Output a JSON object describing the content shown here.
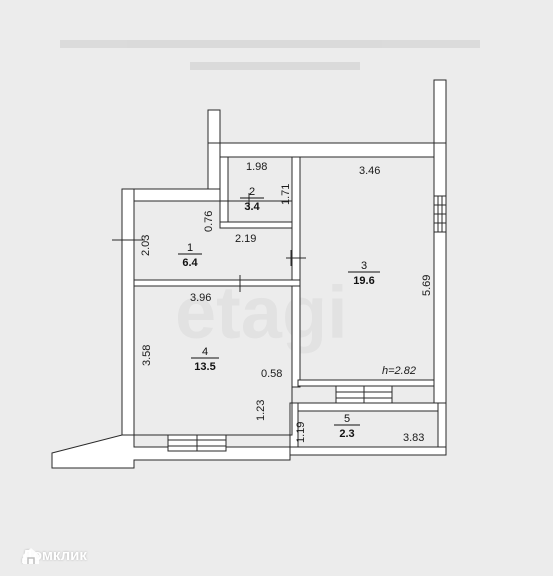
{
  "rooms": [
    {
      "number": "1",
      "area": "6.4"
    },
    {
      "number": "2",
      "area": "3.4"
    },
    {
      "number": "3",
      "area": "19.6"
    },
    {
      "number": "4",
      "area": "13.5"
    },
    {
      "number": "5",
      "area": "2.3"
    }
  ],
  "dimensions": [
    "1.98",
    "1.71",
    "0.76",
    "2.19",
    "2.03",
    "3.96",
    "3.46",
    "5.69",
    "3.58",
    "0.58",
    "1.23",
    "1.19",
    "3.83"
  ],
  "ceiling_height": "h=2.82",
  "watermark": "etagi",
  "brand": {
    "name": "Домклик",
    "icon": "domclick-house-icon"
  },
  "colors": {
    "background": "#ececec",
    "wall": "#ffffff",
    "line": "#2a2a2a"
  }
}
